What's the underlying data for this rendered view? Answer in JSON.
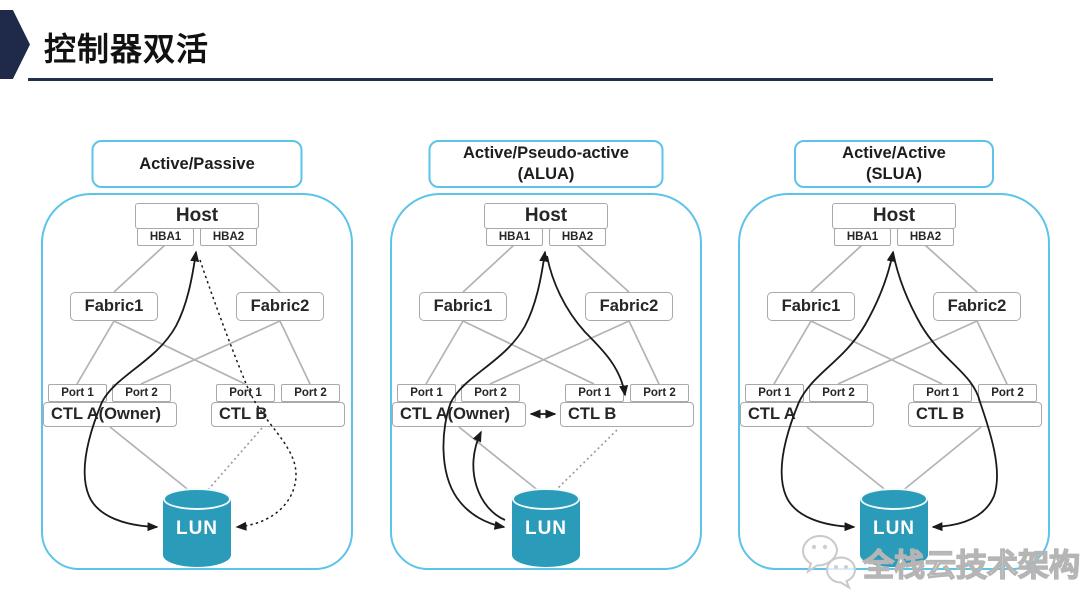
{
  "header": {
    "title": "控制器双活"
  },
  "panels": [
    {
      "title": "Active/Passive",
      "host": "Host",
      "hba1": "HBA1",
      "hba2": "HBA2",
      "fabric1": "Fabric1",
      "fabric2": "Fabric2",
      "port_a1": "Port 1",
      "port_a2": "Port 2",
      "port_b1": "Port 1",
      "port_b2": "Port 2",
      "ctl_a": "CTL A(Owner)",
      "ctl_b": "CTL B",
      "lun": "LUN"
    },
    {
      "title": "Active/Pseudo-active\n(ALUA)",
      "host": "Host",
      "hba1": "HBA1",
      "hba2": "HBA2",
      "fabric1": "Fabric1",
      "fabric2": "Fabric2",
      "port_a1": "Port 1",
      "port_a2": "Port 2",
      "port_b1": "Port 1",
      "port_b2": "Port 2",
      "ctl_a": "CTL A(Owner)",
      "ctl_b": "CTL B",
      "lun": "LUN"
    },
    {
      "title": "Active/Active\n(SLUA)",
      "host": "Host",
      "hba1": "HBA1",
      "hba2": "HBA2",
      "fabric1": "Fabric1",
      "fabric2": "Fabric2",
      "port_a1": "Port 1",
      "port_a2": "Port 2",
      "port_b1": "Port 1",
      "port_b2": "Port 2",
      "ctl_a": "CTL A",
      "ctl_b": "CTL B",
      "lun": "LUN"
    }
  ],
  "watermark": {
    "text": "全栈云技术架构",
    "icon": "wechat-icon"
  },
  "colors": {
    "accent_navy": "#1F2A4A",
    "rule_navy": "#22304F",
    "panel_border": "#5BC4E8",
    "lun_fill": "#2B9BBA",
    "box_border": "#A9A9A9",
    "wire_gray": "#B3B3B3",
    "path_black": "#1A1A1A",
    "text": "#262626"
  }
}
